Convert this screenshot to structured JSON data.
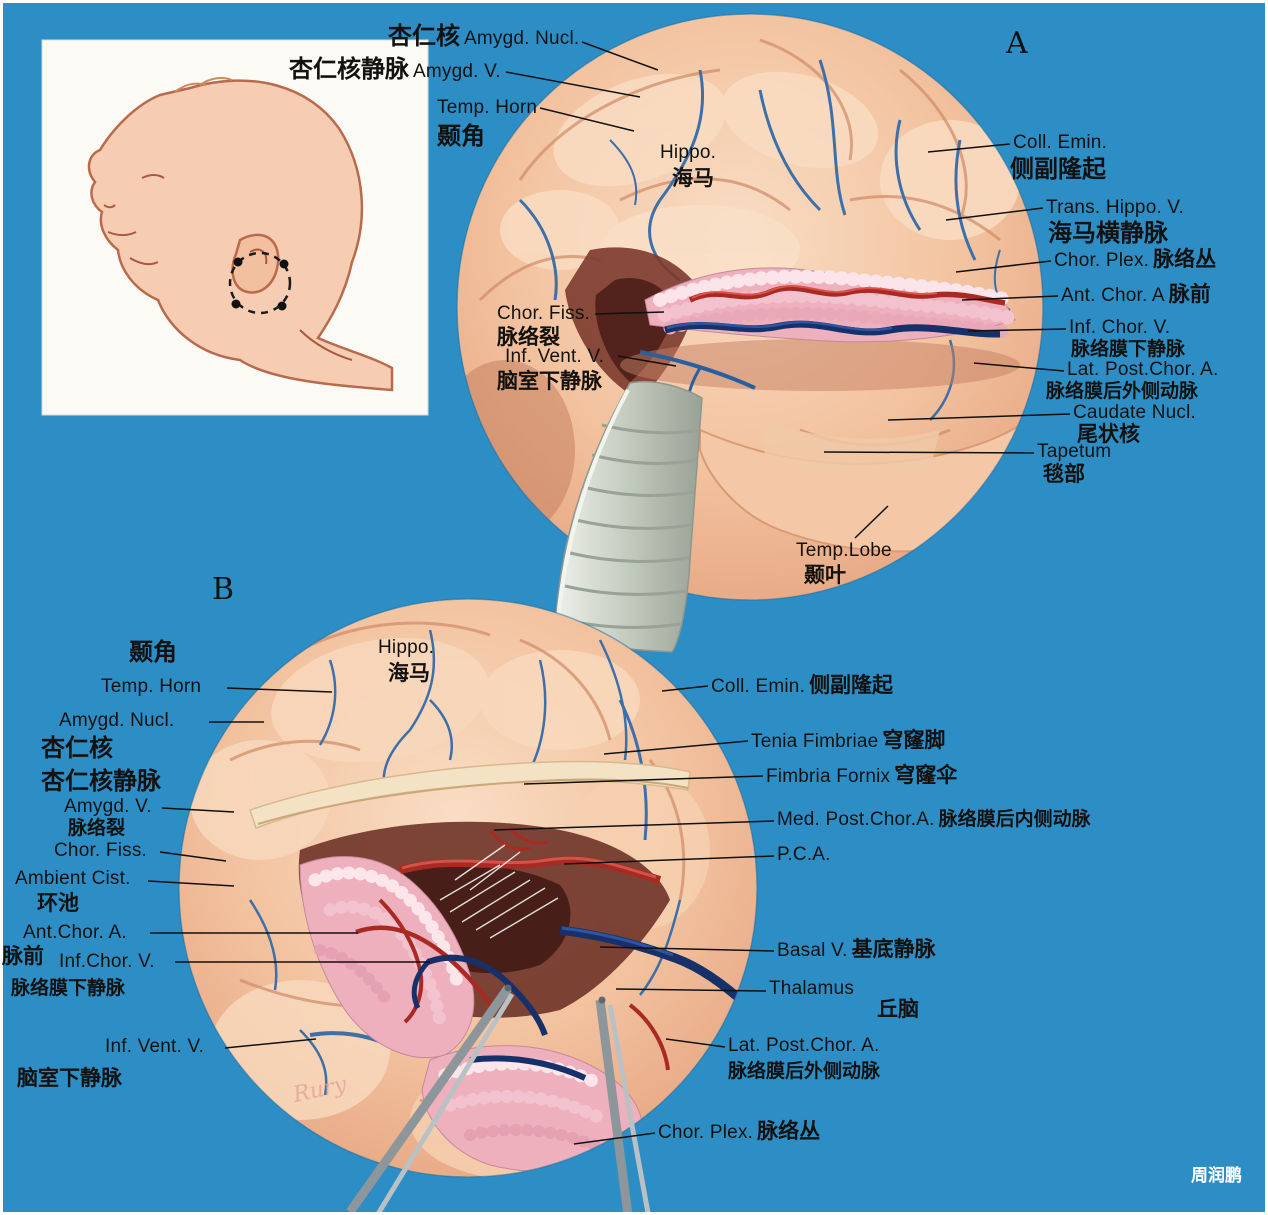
{
  "page": {
    "panel_a_letter": "A",
    "panel_b_letter": "B",
    "watermark": "周润鹏",
    "signature": "Rury"
  },
  "colors": {
    "background": "#2d8ec6",
    "flesh": "#f3c3a0",
    "artery_red": "#a82a22",
    "deep_vein_blue": "#16306a",
    "surface_vein_blue": "#3d6fa8",
    "plexus_pink": "#eeb0bd",
    "label_text": "#141210",
    "watermark": "#ffffff"
  },
  "labels_a": {
    "amygd_nucl": {
      "zh": "杏仁核",
      "en": "Amygd. Nucl."
    },
    "amygd_v": {
      "zh": "杏仁核静脉",
      "en": "Amygd. V."
    },
    "temp_horn": {
      "en": "Temp. Horn",
      "zh": "颞角"
    },
    "hippo": {
      "en": "Hippo.",
      "zh": "海马"
    },
    "chor_fiss": {
      "en": "Chor. Fiss.",
      "zh": "脉络裂"
    },
    "inf_vent_v": {
      "en": "Inf. Vent. V.",
      "zh": "脑室下静脉"
    },
    "coll_emin": {
      "en": "Coll. Emin.",
      "zh": "侧副隆起"
    },
    "trans_hippo_v": {
      "en": "Trans. Hippo. V.",
      "zh": "海马横静脉"
    },
    "chor_plex": {
      "en": "Chor. Plex.",
      "zh": "脉络丛"
    },
    "ant_chor_a": {
      "en": "Ant. Chor. A",
      "zh": "脉前"
    },
    "inf_chor_v": {
      "en": "Inf. Chor. V.",
      "zh": "脉络膜下静脉"
    },
    "lat_post_chor_a": {
      "en": "Lat. Post.Chor. A.",
      "zh": "脉络膜后外侧动脉"
    },
    "caudate_nucl": {
      "en": "Caudate Nucl.",
      "zh": "尾状核"
    },
    "tapetum": {
      "en": "Tapetum",
      "zh": "毯部"
    },
    "temp_lobe": {
      "en": "Temp.Lobe",
      "zh": "颞叶"
    }
  },
  "labels_b": {
    "temp_horn": {
      "zh": "颞角",
      "en": "Temp. Horn"
    },
    "hippo": {
      "en": "Hippo.",
      "zh": "海马"
    },
    "amygd_nucl": {
      "en": "Amygd. Nucl.",
      "zh": "杏仁核"
    },
    "amygd_v": {
      "zh": "杏仁核静脉",
      "en": "Amygd. V."
    },
    "chor_fiss": {
      "zh": "脉络裂",
      "en": "Chor. Fiss."
    },
    "ambient_cist": {
      "en": "Ambient Cist.",
      "zh": "环池"
    },
    "ant_chor_a": {
      "en": "Ant.Chor. A.",
      "zh": "脉前"
    },
    "inf_chor_v": {
      "en": "Inf.Chor. V.",
      "zh": "脉络膜下静脉"
    },
    "inf_vent_v": {
      "en": "Inf. Vent. V.",
      "zh": "脑室下静脉"
    },
    "coll_emin": {
      "en": "Coll. Emin.",
      "zh": "侧副隆起"
    },
    "tenia_fimbriae": {
      "en": "Tenia Fimbriae",
      "zh": "穹窿脚"
    },
    "fimbria_fornix": {
      "en": "Fimbria Fornix",
      "zh": "穹窿伞"
    },
    "med_post_chor_a": {
      "en": "Med. Post.Chor.A.",
      "zh": "脉络膜后内侧动脉"
    },
    "pca": {
      "en": "P.C.A."
    },
    "basal_v": {
      "en": "Basal V.",
      "zh": "基底静脉"
    },
    "thalamus": {
      "en": "Thalamus",
      "zh": "丘脑"
    },
    "lat_post_chor_a": {
      "en": "Lat. Post.Chor. A.",
      "zh": "脉络膜后外侧动脉"
    },
    "chor_plex": {
      "en": "Chor. Plex.",
      "zh": "脉络丛"
    }
  }
}
